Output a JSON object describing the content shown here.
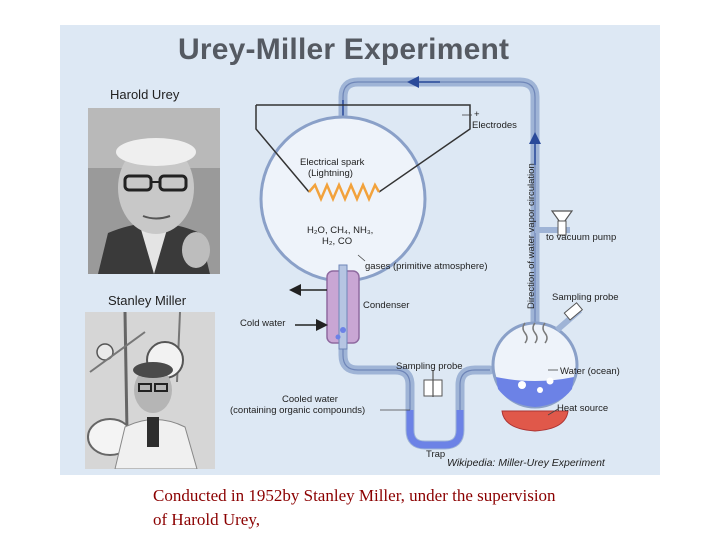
{
  "slide": {
    "title": "Urey-Miller Experiment",
    "caption": "Conducted in 1952by Stanley Miller, under the supervision of Harold Urey,",
    "credit": "Wikipedia: Miller-Urey Experiment"
  },
  "people": {
    "urey_name": "Harold Urey",
    "miller_name": "Stanley Miller"
  },
  "labels": {
    "electrodes_sign": "+",
    "electrodes": "Electrodes",
    "spark_line1": "Electrical spark",
    "spark_line2": "(Lightning)",
    "gases_line1": "H₂O, CH₄, NH₃,",
    "gases_line2": "H₂, CO",
    "direction": "Direction of water vapor circulation",
    "vacuum": "to vacuum pump",
    "gases_atm": "gases (primitive atmosphere)",
    "sampling_probe_top": "Sampling probe",
    "condenser": "Condenser",
    "cold_water": "Cold water",
    "sampling_probe_mid": "Sampling probe",
    "water_ocean": "Water (ocean)",
    "cooled_line1": "Cooled water",
    "cooled_line2": "(containing organic compounds)",
    "heat_source": "Heat source",
    "trap": "Trap"
  },
  "colors": {
    "panel_bg": "#dde8f4",
    "tube": "#9fb4d6",
    "flask": "#eef3fa",
    "condenser": "#c9a6d4",
    "water": "#6c82e6",
    "heat": "#e0584a",
    "spark": "#f2a23c",
    "caption": "#8b0000"
  }
}
